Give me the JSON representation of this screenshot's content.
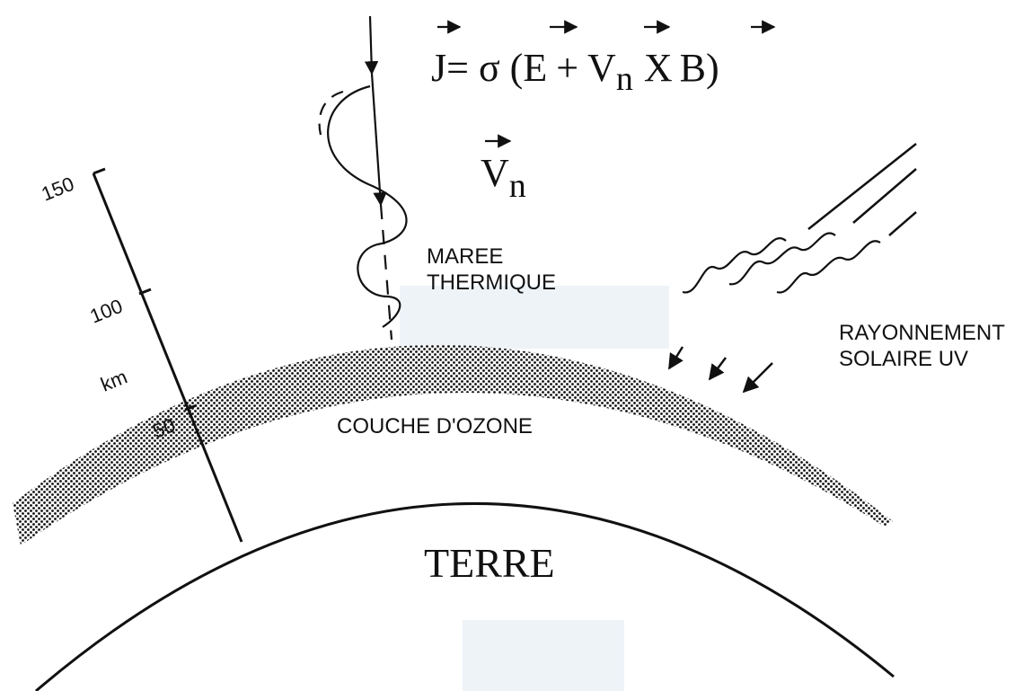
{
  "equation": {
    "lhs": "J",
    "equals_sigma": "= σ (",
    "e": "E",
    "plus": "+",
    "vn_v": "V",
    "vn_sub": "n",
    "times": "X",
    "b": "B",
    "close": ")"
  },
  "wind_label": {
    "v": "V",
    "sub": "n"
  },
  "tide_label": {
    "line1": "MAREE",
    "line2": "THERMIQUE"
  },
  "radiation_label": {
    "line1": "RAYONNEMENT",
    "line2": "SOLAIRE UV"
  },
  "altitude_scale": {
    "tick_150": "150",
    "tick_100": "100",
    "tick_50": "50",
    "unit": "km"
  },
  "ozone_label": "COUCHE D'OZONE",
  "earth_label": "TERRE",
  "colors": {
    "ink": "#111111",
    "faint_tint": "#eef3f8"
  }
}
